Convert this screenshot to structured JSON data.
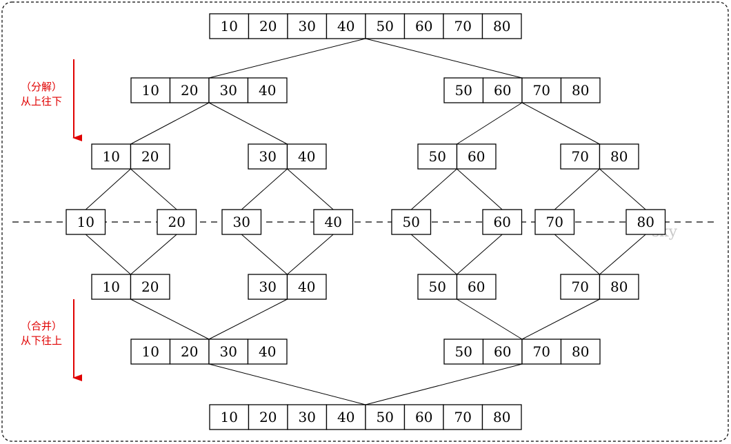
{
  "labels": {
    "top_line1": "（分解）",
    "top_line2": "从上往下",
    "bottom_line1": "（合并）",
    "bottom_line2": "从下往上"
  },
  "watermark": "sky",
  "colors": {
    "arrow": "#e00000",
    "stroke": "#000000"
  },
  "levels": [
    {
      "id": "split-root",
      "arrays": [
        [
          "10",
          "20",
          "30",
          "40",
          "50",
          "60",
          "70",
          "80"
        ]
      ]
    },
    {
      "id": "split-half",
      "arrays": [
        [
          "10",
          "20",
          "30",
          "40"
        ],
        [
          "50",
          "60",
          "70",
          "80"
        ]
      ]
    },
    {
      "id": "split-quarter",
      "arrays": [
        [
          "10",
          "20"
        ],
        [
          "30",
          "40"
        ],
        [
          "50",
          "60"
        ],
        [
          "70",
          "80"
        ]
      ]
    },
    {
      "id": "singletons",
      "arrays": [
        [
          "10"
        ],
        [
          "20"
        ],
        [
          "30"
        ],
        [
          "40"
        ],
        [
          "50"
        ],
        [
          "60"
        ],
        [
          "70"
        ],
        [
          "80"
        ]
      ]
    },
    {
      "id": "merge-pairs",
      "arrays": [
        [
          "10",
          "20"
        ],
        [
          "30",
          "40"
        ],
        [
          "50",
          "60"
        ],
        [
          "70",
          "80"
        ]
      ]
    },
    {
      "id": "merge-halves",
      "arrays": [
        [
          "10",
          "20",
          "30",
          "40"
        ],
        [
          "50",
          "60",
          "70",
          "80"
        ]
      ]
    },
    {
      "id": "merge-root",
      "arrays": [
        [
          "10",
          "20",
          "30",
          "40",
          "50",
          "60",
          "70",
          "80"
        ]
      ]
    }
  ]
}
